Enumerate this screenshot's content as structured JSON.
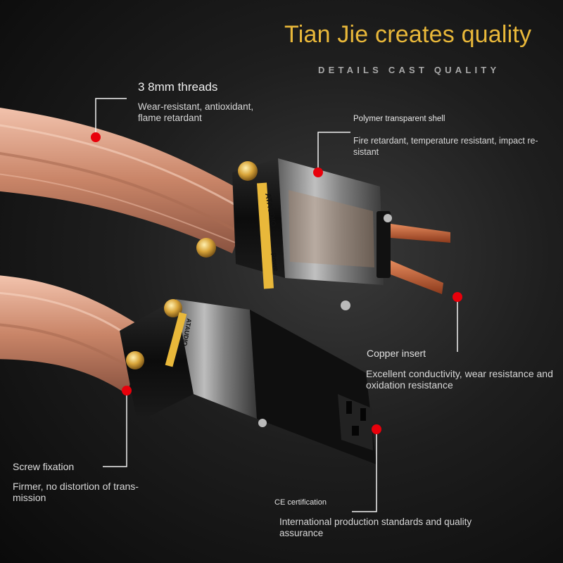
{
  "headline": "Tian Jie creates quality",
  "subheadline": "DETAILS CAST QUALITY",
  "product_text": {
    "plug_brand": "ATAUDIO",
    "plug_word": "Powe",
    "socket_brand": "ATAUDIO"
  },
  "callouts": {
    "threads": {
      "title": "3 8mm threads",
      "desc": "Wear-resistant, antioxidant, flame retardant"
    },
    "shell": {
      "title": "Polymer transparent shell",
      "desc": "Fire retardant, temperature resistant, impact re-sistant"
    },
    "copper": {
      "title": "Copper insert",
      "desc": "Excellent conductivity, wear resistance and oxidation resistance"
    },
    "screw": {
      "title": "Screw fixation",
      "desc": "Firmer, no distortion of trans-mission"
    },
    "ce": {
      "title": "CE certification",
      "desc": "International production standards and quality assurance"
    }
  },
  "colors": {
    "headline": "#e9b83a",
    "marker": "#e8000b",
    "cable": "#d79a7c",
    "copper_pin": "#c8643c",
    "gold_screw": "#d9a53a"
  }
}
